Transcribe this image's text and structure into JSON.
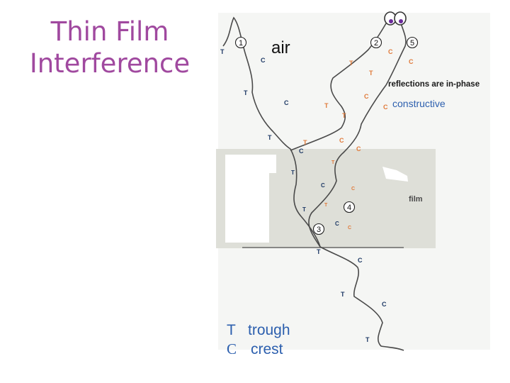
{
  "title": {
    "line1": "Thin Film",
    "line2": "Interference"
  },
  "diagram": {
    "medium_label": "air",
    "film_label": "film",
    "phase_note": "reflections are in-phase",
    "result_label": "constructive",
    "ray_numbers": [
      "1",
      "2",
      "3",
      "4",
      "5"
    ],
    "trough_letter": "T",
    "crest_letter": "C",
    "legend": {
      "trough_symbol": "T",
      "trough_text": "trough",
      "crest_symbol": "C",
      "crest_text": "crest"
    },
    "colors": {
      "title": "#a0499f",
      "wave_line": "#4a4a4a",
      "dark_marker": "#1f3a66",
      "orange_marker": "#e07a3a",
      "film": "#dedfd8",
      "note_blue": "#2c5fae",
      "eye_pupil": "#6a2a9a"
    }
  }
}
